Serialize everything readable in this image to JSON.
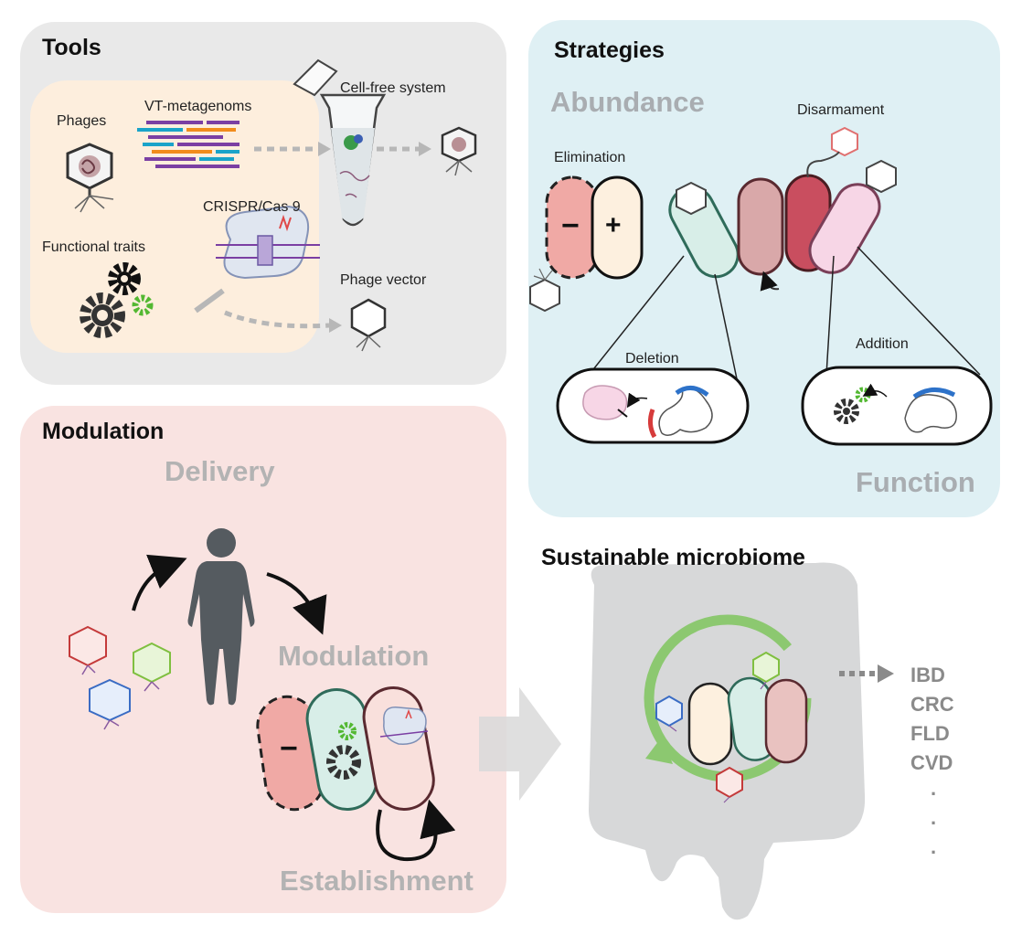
{
  "tools": {
    "title": "Tools",
    "phages": "Phages",
    "vt_metagenoms": "VT-metagenoms",
    "cell_free_system": "Cell-free system",
    "crispr_cas9": "CRISPR/Cas 9",
    "functional_traits": "Functional traits",
    "phage_vector": "Phage vector"
  },
  "strategies": {
    "title": "Strategies",
    "abundance": "Abundance",
    "elimination": "Elimination",
    "disarmament": "Disarmament",
    "deletion": "Deletion",
    "addition": "Addition",
    "function": "Function"
  },
  "modulation": {
    "title": "Modulation",
    "delivery": "Delivery",
    "modulation_step": "Modulation",
    "establishment": "Establishment"
  },
  "sustainable": {
    "title": "Sustainable microbiome",
    "diseases": [
      "IBD",
      "CRC",
      "FLD",
      "CVD"
    ],
    "ellipsis": [
      "·",
      "·",
      "·"
    ]
  },
  "symbols": {
    "minus": "−",
    "plus": "+"
  },
  "colors": {
    "tools_panel": "#e9e9e9",
    "tools_inner": "#fdeedd",
    "strategies_panel": "#dff0f4",
    "modulation_panel": "#f9e3e1",
    "bacterium_pink": "#f0a9a5",
    "bacterium_cream": "#fdf0df",
    "bacterium_teal": "#d8eee8",
    "bacterium_mauve": "#d9a8a9",
    "bacterium_red": "#c94e5f",
    "bacterium_light_pink": "#f7d6e6",
    "gear_dark": "#333333",
    "gear_green": "#53b832",
    "cycle_green": "#8cc870"
  }
}
